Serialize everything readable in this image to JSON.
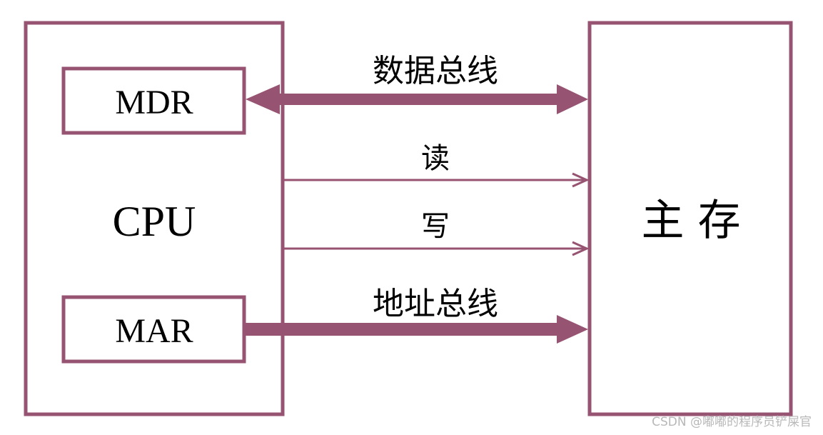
{
  "colors": {
    "stroke": "#975372",
    "text": "#000000",
    "watermark": "#b8b8b8"
  },
  "cpu": {
    "label": "CPU",
    "mdr": "MDR",
    "mar": "MAR"
  },
  "memory": {
    "label": "主 存"
  },
  "buses": {
    "data_bus": "数据总线",
    "read": "读",
    "write": "写",
    "address_bus": "地址总线"
  },
  "watermark": "CSDN @嘟嘟的程序员铲屎官"
}
